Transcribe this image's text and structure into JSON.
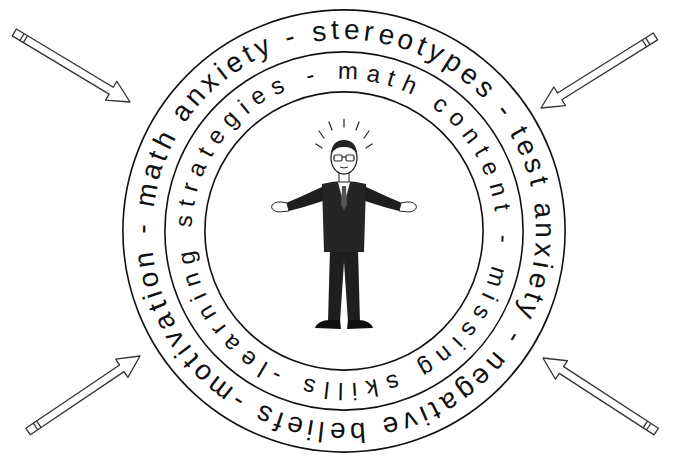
{
  "diagram": {
    "nodes": [
      {
        "text": [
          "motivation - math anxiety - stereotypes - test anxiety - negative beliefs -"
        ]
      },
      {
        "text": [
          "learning strategies - math content - missing skills -"
        ],
        "in": 0
      }
    ]
  }
}
